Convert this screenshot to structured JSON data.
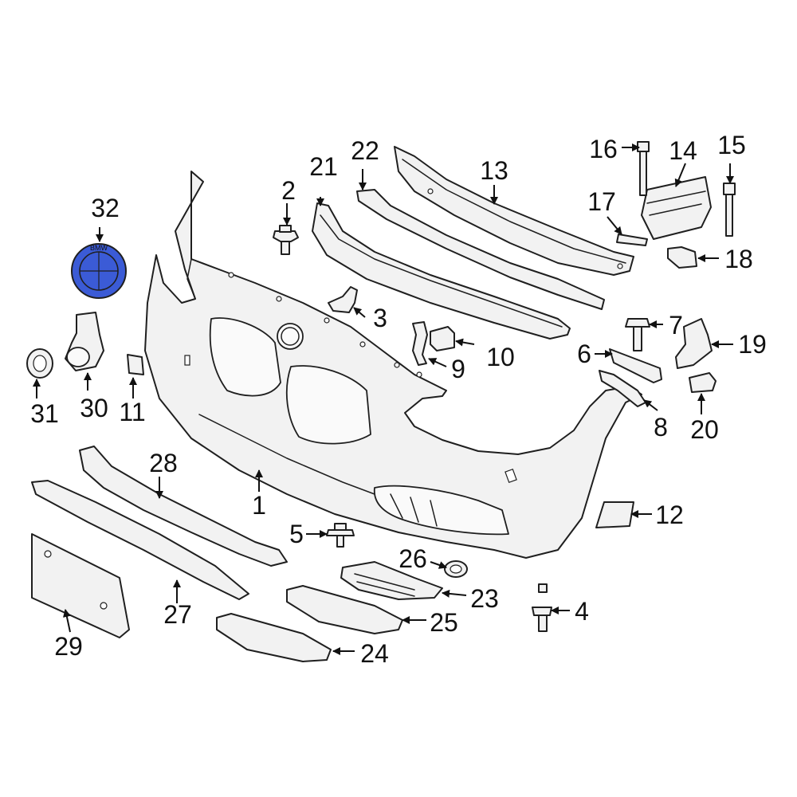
{
  "diagram": {
    "callouts": [
      {
        "id": "1",
        "label": "1"
      },
      {
        "id": "2",
        "label": "2"
      },
      {
        "id": "3",
        "label": "3"
      },
      {
        "id": "4",
        "label": "4"
      },
      {
        "id": "5",
        "label": "5"
      },
      {
        "id": "6",
        "label": "6"
      },
      {
        "id": "7",
        "label": "7"
      },
      {
        "id": "8",
        "label": "8"
      },
      {
        "id": "9",
        "label": "9"
      },
      {
        "id": "10",
        "label": "10"
      },
      {
        "id": "11",
        "label": "11"
      },
      {
        "id": "12",
        "label": "12"
      },
      {
        "id": "13",
        "label": "13"
      },
      {
        "id": "14",
        "label": "14"
      },
      {
        "id": "15",
        "label": "15"
      },
      {
        "id": "16",
        "label": "16"
      },
      {
        "id": "17",
        "label": "17"
      },
      {
        "id": "18",
        "label": "18"
      },
      {
        "id": "19",
        "label": "19"
      },
      {
        "id": "20",
        "label": "20"
      },
      {
        "id": "21",
        "label": "21"
      },
      {
        "id": "22",
        "label": "22"
      },
      {
        "id": "23",
        "label": "23"
      },
      {
        "id": "24",
        "label": "24"
      },
      {
        "id": "25",
        "label": "25"
      },
      {
        "id": "26",
        "label": "26"
      },
      {
        "id": "27",
        "label": "27"
      },
      {
        "id": "28",
        "label": "28"
      },
      {
        "id": "29",
        "label": "29"
      },
      {
        "id": "30",
        "label": "30"
      },
      {
        "id": "31",
        "label": "31"
      },
      {
        "id": "32",
        "label": "32"
      }
    ],
    "highlighted_part": "32",
    "highlight_color": "#3b5bd6",
    "line_color": "#1f1f1f",
    "part_fill": "#f2f2f2",
    "emblem": {
      "logo_text": "BMW"
    }
  }
}
